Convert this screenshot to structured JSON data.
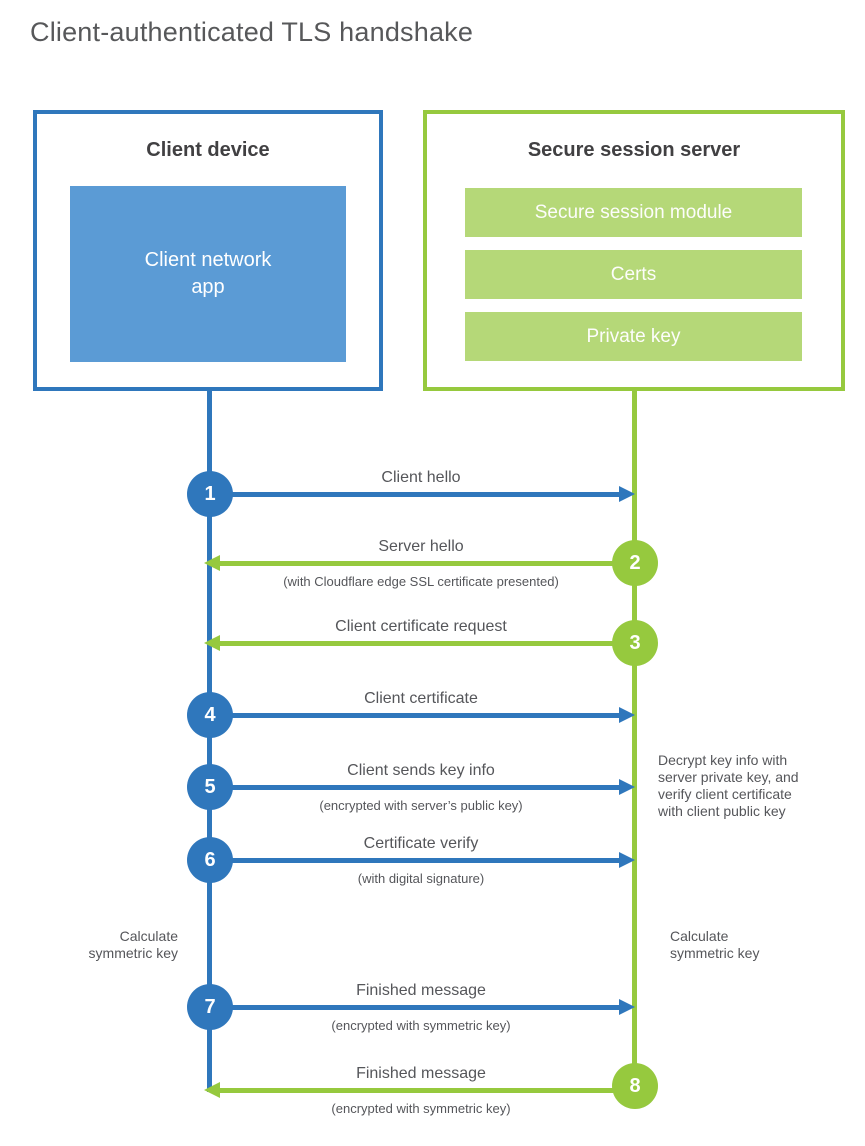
{
  "title": "Client-authenticated TLS handshake",
  "client": {
    "heading": "Client device",
    "app_label": "Client network\napp"
  },
  "server": {
    "heading": "Secure session server",
    "modules": [
      "Secure session module",
      "Certs",
      "Private key"
    ]
  },
  "messages": [
    {
      "step": "1",
      "label": "Client hello",
      "from": "client",
      "to": "server"
    },
    {
      "step": "2",
      "label": "Server hello",
      "note": "(with Cloudflare edge SSL certificate presented)",
      "from": "server",
      "to": "client"
    },
    {
      "step": "3",
      "label": "Client certificate request",
      "from": "server",
      "to": "client"
    },
    {
      "step": "4",
      "label": "Client certificate",
      "from": "client",
      "to": "server"
    },
    {
      "step": "5",
      "label": "Client sends key info",
      "note": "(encrypted with server’s public key)",
      "from": "client",
      "to": "server"
    },
    {
      "step": "6",
      "label": "Certificate verify",
      "note": "(with digital signature)",
      "from": "client",
      "to": "server"
    },
    {
      "step": "7",
      "label": "Finished message",
      "note": "(encrypted with symmetric key)",
      "from": "client",
      "to": "server"
    },
    {
      "step": "8",
      "label": "Finished message",
      "note": "(encrypted with symmetric key)",
      "from": "server",
      "to": "client"
    }
  ],
  "annotations": {
    "decrypt_note": "Decrypt key info with\nserver private key, and\nverify client certificate\nwith client public key",
    "calculate_left": "Calculate\nsymmetric key",
    "calculate_right": "Calculate\nsymmetric key"
  },
  "colors": {
    "client_blue": "#2f77bc",
    "client_blue_light": "#5b9bd5",
    "server_green": "#96c93e",
    "server_green_light": "#b5d878",
    "text_dark": "#414042",
    "text_body": "#55565a"
  }
}
